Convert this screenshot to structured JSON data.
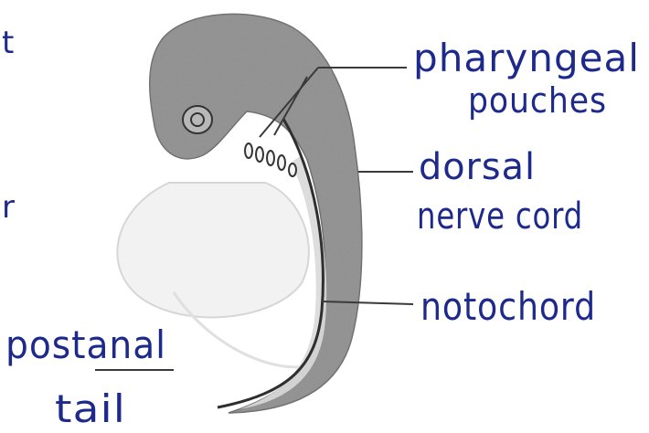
{
  "labels": {
    "pharyngeal_line1": "pharyngeal",
    "pharyngeal_line2": "pouches",
    "dorsal_line1": "dorsal",
    "dorsal_line2": "nerve cord",
    "notochord": "notochord",
    "postanal_line1": "postanal",
    "postanal_line2": "tail",
    "left_fragment_top": "t",
    "left_fragment_mid": "r"
  },
  "colors": {
    "ink": "#1d2a8c",
    "embryo_fill": "#8f8f8f",
    "line": "#3a3a3a"
  }
}
